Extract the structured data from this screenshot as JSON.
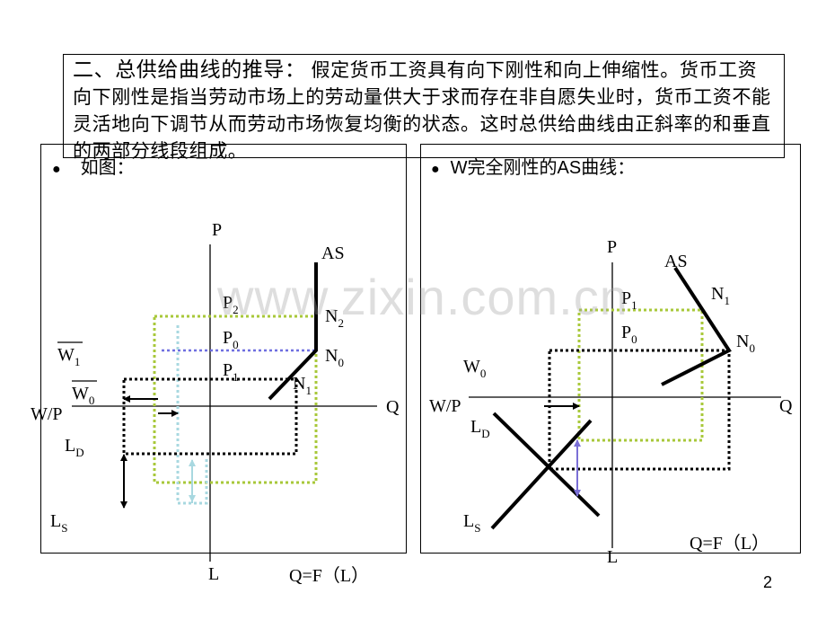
{
  "header": {
    "heading": "二、总供给曲线的推导：",
    "body": "假定货币工资具有向下刚性和向上伸缩性。货币工资向下刚性是指当劳动市场上的劳动量供大于求而存在非自愿失业时，货币工资不能灵活地向下调节从而劳动市场恢复均衡的状态。这时总供给曲线由正斜率的和垂直的两部分线段组成。"
  },
  "left_panel": {
    "bullet": "如图：",
    "labels": {
      "p_axis": "P",
      "q_axis": "Q",
      "l_axis": "L",
      "wp_axis": "W/P",
      "as": "AS",
      "p2": "P",
      "p2_sub": "2",
      "p0": "P",
      "p0_sub": "0",
      "p1": "P",
      "p1_sub": "1",
      "n2": "N",
      "n2_sub": "2",
      "n0": "N",
      "n0_sub": "0",
      "n1": "N",
      "n1_sub": "1",
      "w1": "W",
      "w1_sub": "1",
      "w0": "W",
      "w0_sub": "0",
      "ld": "L",
      "ld_sub": "D",
      "ls": "L",
      "ls_sub": "S",
      "production": "Q=F（L）"
    }
  },
  "right_panel": {
    "bullet": "W完全刚性的AS曲线：",
    "labels": {
      "p_axis": "P",
      "q_axis": "Q",
      "l_axis": "L",
      "wp_axis": "W/P",
      "as": "AS",
      "n1": "N",
      "n1_sub": "1",
      "n0": "N",
      "n0_sub": "0",
      "p1": "P",
      "p1_sub": "1",
      "p0": "P",
      "p0_sub": "0",
      "w0": "W",
      "w0_sub": "0",
      "ld": "L",
      "ld_sub": "D",
      "ls": "L",
      "ls_sub": "S",
      "production": "Q=F（L）"
    }
  },
  "watermark": "www.zixin.com.cn",
  "page_number": "2",
  "colors": {
    "green_dotted": "#a8c83a",
    "blue_dotted": "#6f6fe0",
    "cyan_dotted": "#a8d8e0",
    "purple_arrow": "#7a6fd6"
  }
}
